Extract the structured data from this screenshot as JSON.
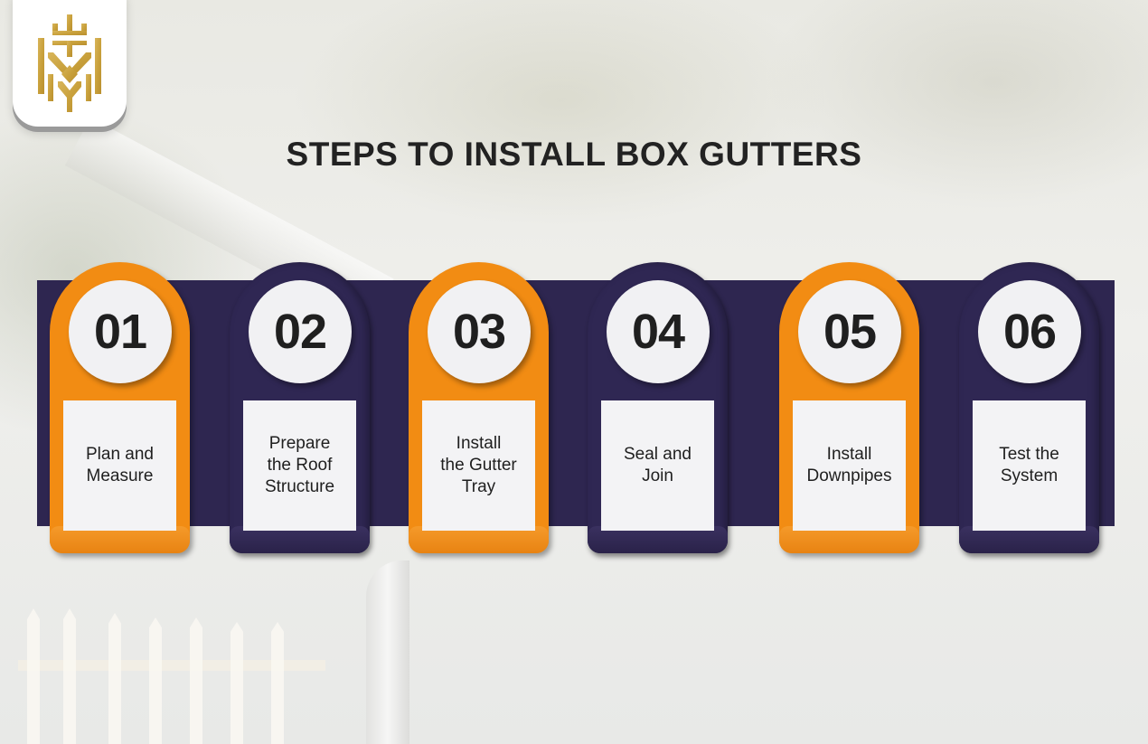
{
  "title": "STEPS TO INSTALL BOX GUTTERS",
  "logo": {
    "icon": "crown-shield-logo-icon",
    "color": "#c9a440"
  },
  "colors": {
    "band": "#2e2650",
    "orange": "#f28c13",
    "purple": "#2f2753",
    "circle": "#f1f1f3",
    "panel": "#f3f3f5",
    "text": "#1f1f1f"
  },
  "steps": [
    {
      "number": "01",
      "label_lines": [
        "Plan and",
        "Measure"
      ],
      "color": "orange"
    },
    {
      "number": "02",
      "label_lines": [
        "Prepare",
        "the Roof",
        "Structure"
      ],
      "color": "purple"
    },
    {
      "number": "03",
      "label_lines": [
        "Install",
        "the Gutter",
        "Tray"
      ],
      "color": "orange"
    },
    {
      "number": "04",
      "label_lines": [
        "Seal and",
        "Join"
      ],
      "color": "purple"
    },
    {
      "number": "05",
      "label_lines": [
        "Install",
        "Downpipes"
      ],
      "color": "orange"
    },
    {
      "number": "06",
      "label_lines": [
        "Test the",
        "System"
      ],
      "color": "purple"
    }
  ]
}
